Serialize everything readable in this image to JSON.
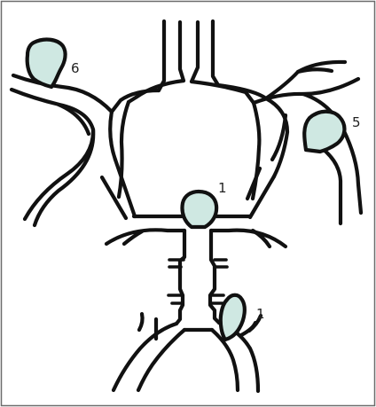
{
  "labels": {
    "left_aneurysm": "6",
    "right_aneurysm": "5",
    "center_aneurysm": "1",
    "lower_aneurysm": "1"
  },
  "colors": {
    "outline": "#111111",
    "aneurysm_fill": "#cfe8e2",
    "background": "#ffffff",
    "frame": "#6b6b6b"
  }
}
